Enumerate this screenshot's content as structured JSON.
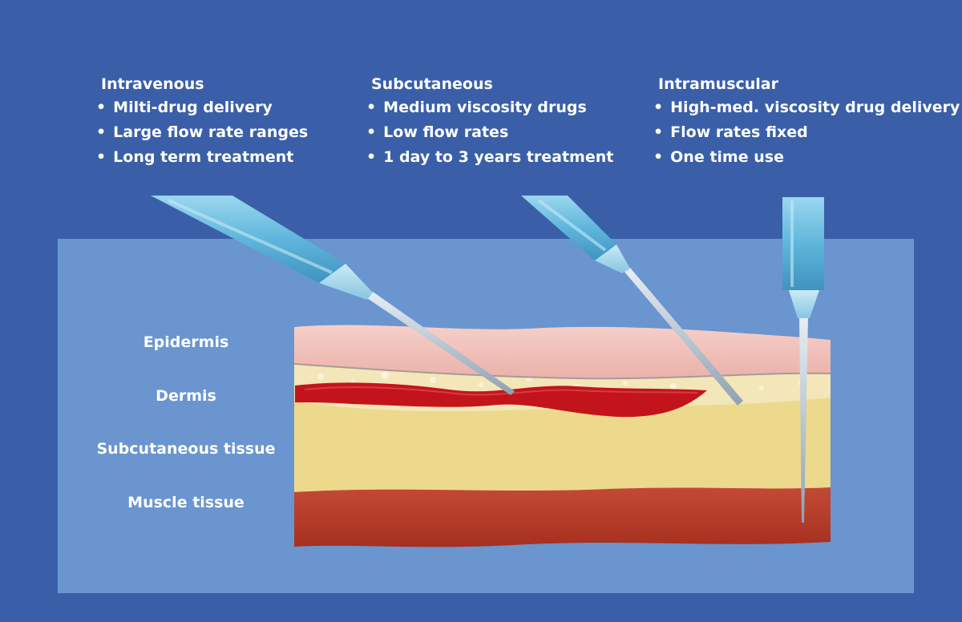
{
  "routes": [
    {
      "title": "Intravenous",
      "items": [
        "Milti-drug delivery",
        "Large flow rate ranges",
        "Long term treatment"
      ]
    },
    {
      "title": "Subcutaneous",
      "items": [
        "Medium viscosity drugs",
        "Low flow rates",
        "1 day to 3 years treatment"
      ]
    },
    {
      "title": "Intramuscular",
      "items": [
        "High-med. viscosity drug delivery",
        "Flow rates fixed",
        "One time use"
      ]
    }
  ],
  "layers": [
    "Epidermis",
    "Dermis",
    "Subcutaneous tissue",
    "Muscle tissue"
  ],
  "colors": {
    "background": "#3a5fa8",
    "panel": "#6a95cf",
    "epidermis": "#f2c2bb",
    "dermis": "#f3e6b8",
    "subcutaneous": "#ecd98c",
    "muscle": "#b53a2c",
    "vein": "#c4141b",
    "syringe": "#6cbfe0"
  }
}
